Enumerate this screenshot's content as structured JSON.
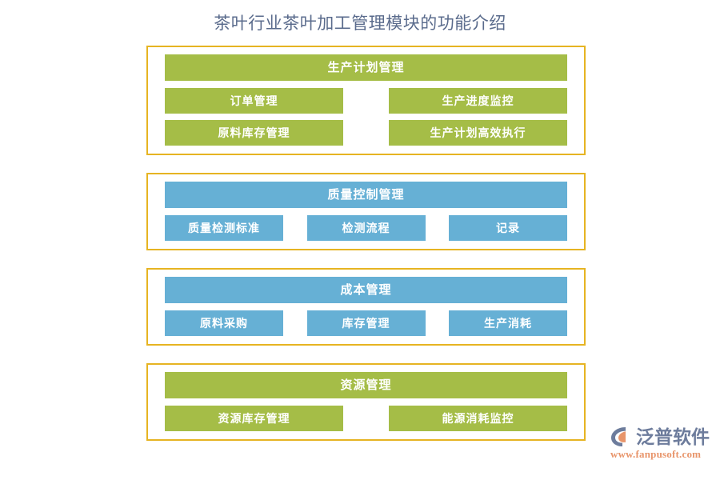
{
  "page": {
    "title": "茶叶行业茶叶加工管理模块的功能介绍"
  },
  "colors": {
    "green": "#a5bd47",
    "blue": "#66b0d5",
    "panel_border": "#e6b422",
    "title_text": "#5a6b8c",
    "logo_text": "#6d7c9c",
    "logo_url": "#e8956b"
  },
  "sections": [
    {
      "header": "生产计划管理",
      "theme": "green",
      "columns": 2,
      "rows": [
        [
          "订单管理",
          "生产进度监控"
        ],
        [
          "原料库存管理",
          "生产计划高效执行"
        ]
      ]
    },
    {
      "header": "质量控制管理",
      "theme": "blue",
      "columns": 3,
      "rows": [
        [
          "质量检测标准",
          "检测流程",
          "记录"
        ]
      ]
    },
    {
      "header": "成本管理",
      "theme": "blue",
      "columns": 3,
      "rows": [
        [
          "原料采购",
          "库存管理",
          "生产消耗"
        ]
      ]
    },
    {
      "header": "资源管理",
      "theme": "green",
      "columns": 2,
      "rows": [
        [
          "资源库存管理",
          "能源消耗监控"
        ]
      ]
    }
  ],
  "watermark": {
    "icon": "fanpu-logo-icon",
    "brand": "泛普软件",
    "url": "www.fanpusoft.com"
  }
}
